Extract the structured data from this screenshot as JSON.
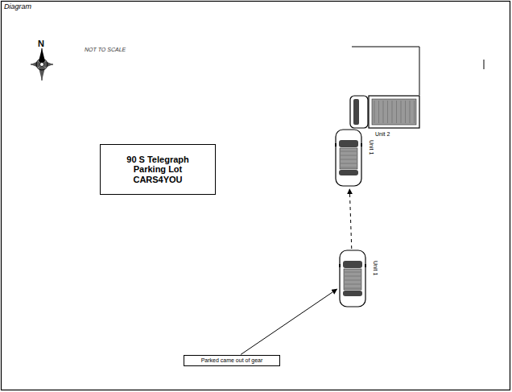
{
  "diagram": {
    "title": "Diagram",
    "nodes": [
      {
        "text": [
          "Unit 2"
        ]
      },
      {
        "text": [
          "90 S Telegraph Parking Lot CARS4YOU"
        ]
      },
      {
        "text": [
          "Unit 1"
        ]
      },
      {
        "text": [
          "Unit 1"
        ]
      },
      {
        "text": [
          "Parked came out of gear"
        ]
      }
    ],
    "edges": [
      {
        "from": 3,
        "to": 2,
        "arrow": "to"
      },
      {
        "from": 4,
        "to": 3,
        "arrow": "to"
      }
    ],
    "labels": [
      "N",
      "NOT TO SCALE"
    ]
  }
}
